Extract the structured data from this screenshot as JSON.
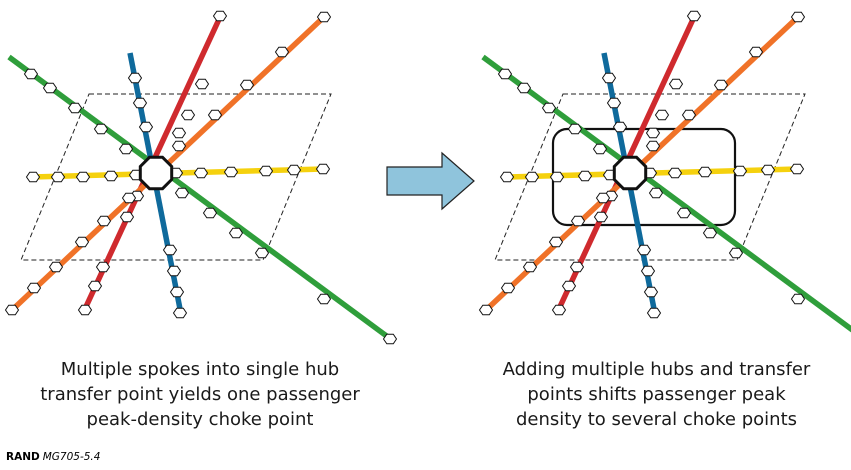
{
  "panels": [
    {
      "name": "single-hub",
      "caption": "Multiple spokes into single hub\ntransfer point yields one passenger\npeak-density choke point"
    },
    {
      "name": "multiple-hubs",
      "caption": "Adding multiple hubs and transfer\npoints shifts passenger peak\ndensity to several choke points"
    }
  ],
  "credit": {
    "org": "RAND",
    "figure_id": "MG705-5.4"
  },
  "line_colors": {
    "green": "#2f9e3b",
    "red": "#cf2a2e",
    "blue": "#0f6a9c",
    "orange": "#f07228",
    "yellow": "#f5d10e",
    "arrow": "#8fc4dc"
  },
  "icons": {
    "station": "hexagon-station-icon",
    "hub": "octagon-hub-icon",
    "arrow": "right-arrow-icon"
  }
}
